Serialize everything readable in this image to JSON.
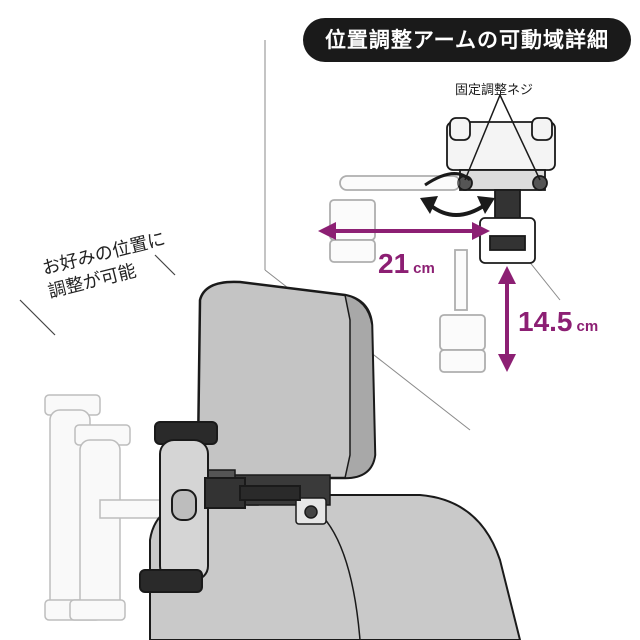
{
  "title": "位置調整アームの可動域詳細",
  "callout_label": "固定調整ネジ",
  "dimensions": {
    "horizontal": {
      "value": "21",
      "unit": "cm"
    },
    "vertical": {
      "value": "14.5",
      "unit": "cm"
    }
  },
  "note": {
    "line1": "お好みの位置に",
    "line2": "調整が可能"
  },
  "colors": {
    "accent": "#8c1f73",
    "seat": "#c9c9c9",
    "seat_dark": "#b5b5b5",
    "outline": "#1a1a1a"
  }
}
